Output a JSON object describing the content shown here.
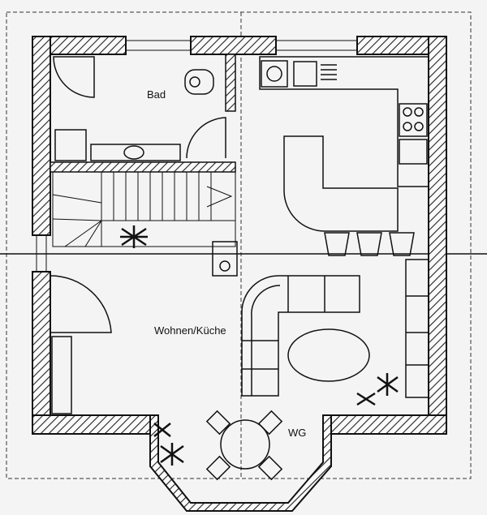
{
  "plan": {
    "rooms": {
      "bathroom": "Bad",
      "living_kitchen": "Wohnen/Küche",
      "wg": "WG"
    }
  }
}
